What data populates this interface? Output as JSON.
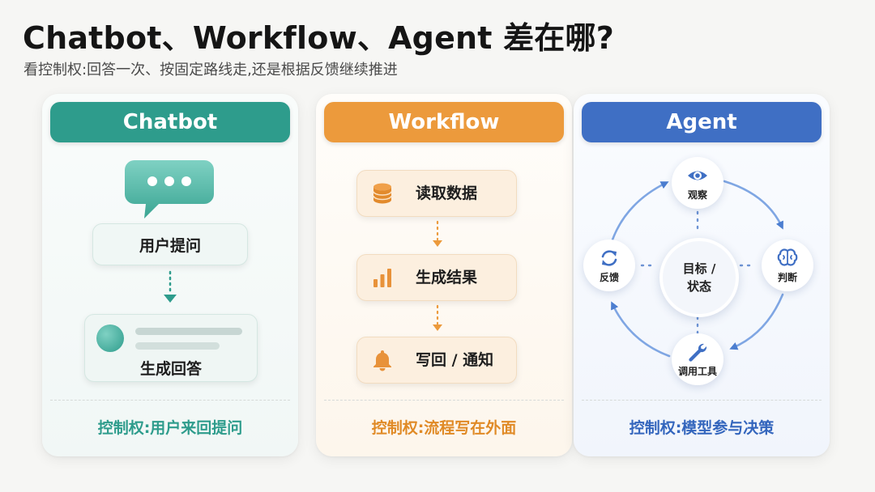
{
  "title": "Chatbot、Workflow、Agent 差在哪?",
  "subtitle": "看控制权:回答一次、按固定路线走,还是根据反馈继续推进",
  "colors": {
    "chatbot": "#2e9c8c",
    "workflow": "#ec9a3c",
    "agent": "#3f6fc4"
  },
  "chatbot": {
    "header": "Chatbot",
    "bubble_icon": "chat-bubble-icon",
    "question": "用户提问",
    "answer": "生成回答",
    "footer": "控制权:用户来回提问"
  },
  "workflow": {
    "header": "Workflow",
    "steps": [
      {
        "label": "读取数据",
        "icon": "database-icon"
      },
      {
        "label": "生成结果",
        "icon": "bar-chart-icon"
      },
      {
        "label": "写回 / 通知",
        "icon": "bell-icon"
      }
    ],
    "footer": "控制权:流程写在外面"
  },
  "agent": {
    "header": "Agent",
    "center_line1": "目标 /",
    "center_line2": "状态",
    "nodes": [
      {
        "label": "观察",
        "icon": "eye-icon"
      },
      {
        "label": "判断",
        "icon": "brain-icon"
      },
      {
        "label": "调用工具",
        "icon": "wrench-icon"
      },
      {
        "label": "反馈",
        "icon": "refresh-icon"
      }
    ],
    "footer": "控制权:模型参与决策"
  }
}
